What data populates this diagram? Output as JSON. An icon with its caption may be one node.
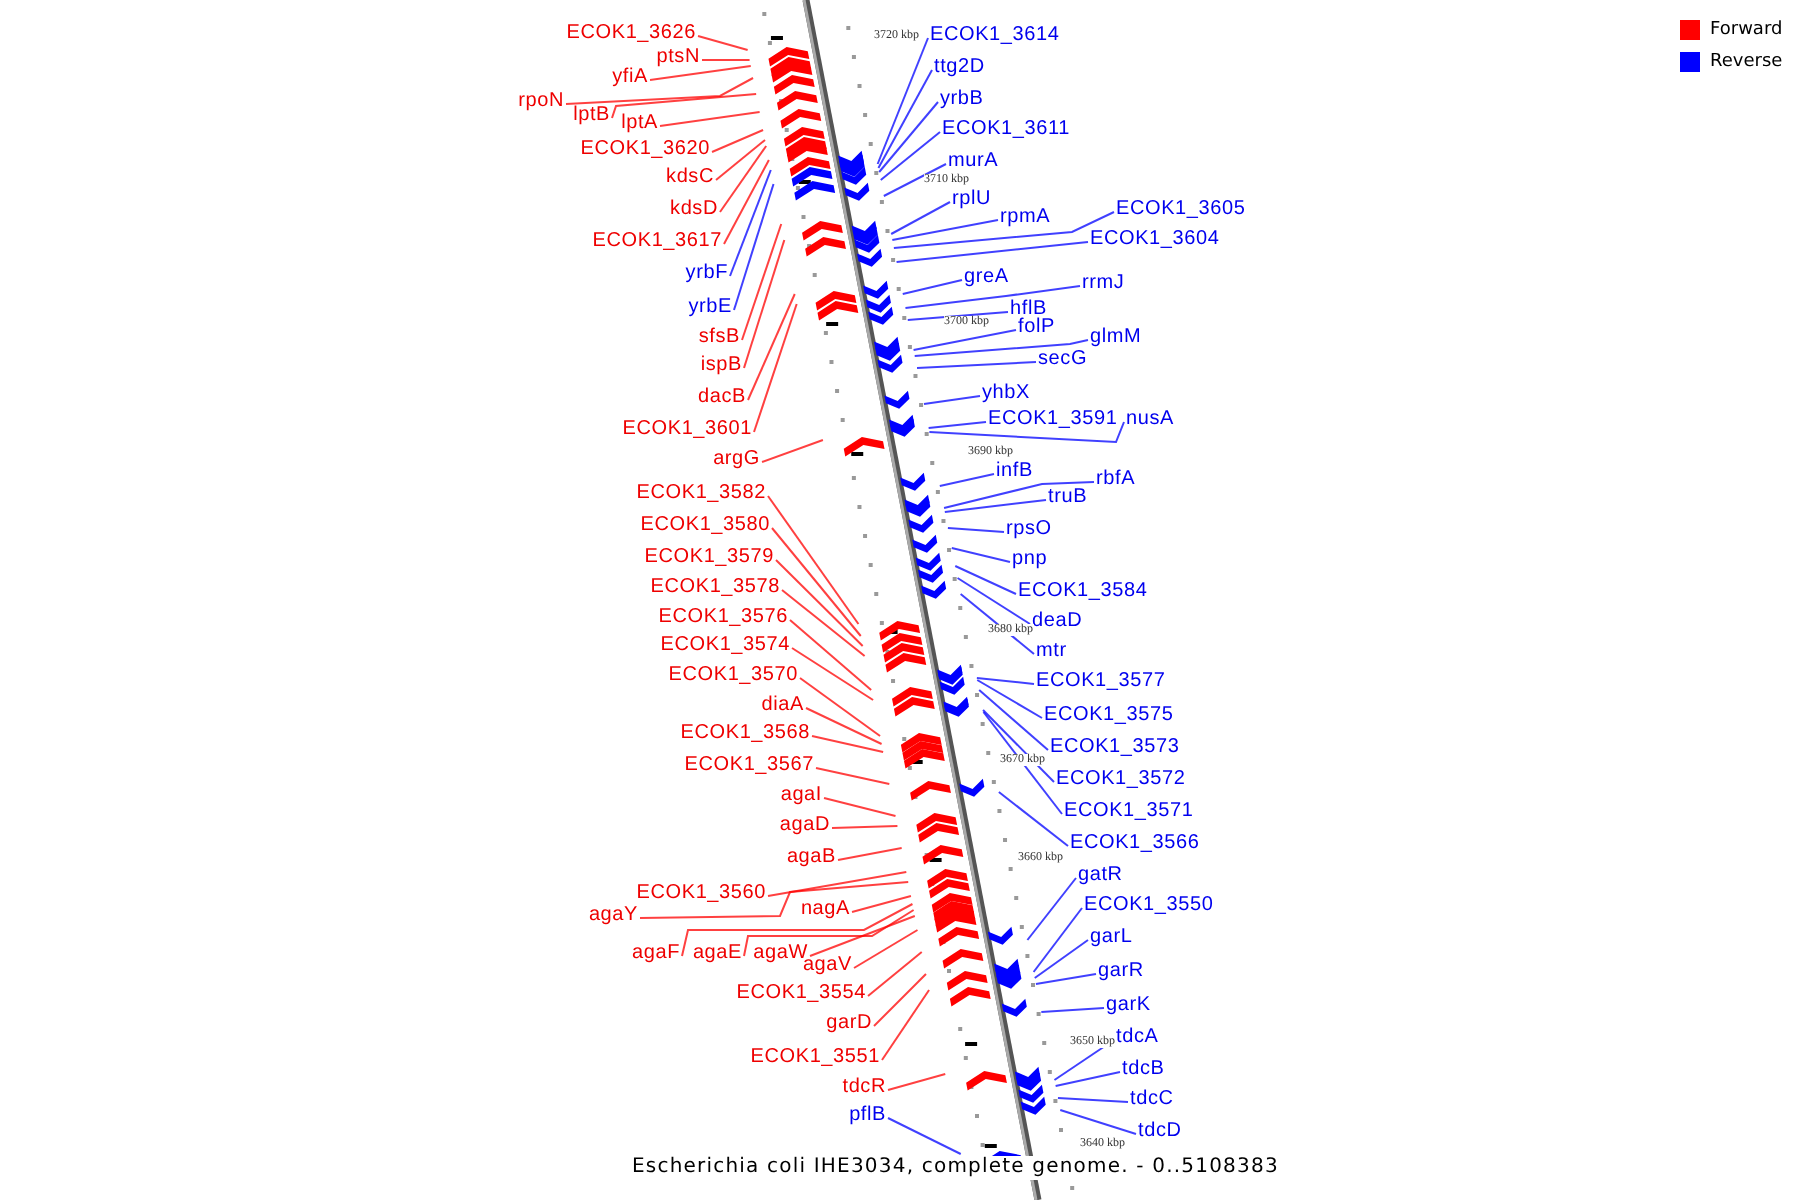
{
  "diagram": {
    "caption": "Escherichia coli IHE3034, complete genome. - 0..5108383",
    "nodes": [
      {
        "text": [
          "ECOK1_3626"
        ]
      },
      {
        "text": [
          "ptsN"
        ]
      },
      {
        "text": [
          "yfiA"
        ]
      },
      {
        "text": [
          "rpoN"
        ]
      },
      {
        "text": [
          "lptB"
        ]
      },
      {
        "text": [
          "lptA"
        ]
      },
      {
        "text": [
          "ECOK1_3620"
        ]
      },
      {
        "text": [
          "kdsC"
        ]
      },
      {
        "text": [
          "kdsD"
        ]
      },
      {
        "text": [
          "ECOK1_3617"
        ]
      },
      {
        "text": [
          "yrbF"
        ]
      },
      {
        "text": [
          "yrbE"
        ]
      },
      {
        "text": [
          "sfsB"
        ]
      },
      {
        "text": [
          "ispB"
        ]
      },
      {
        "text": [
          "dacB"
        ]
      },
      {
        "text": [
          "ECOK1_3601"
        ]
      },
      {
        "text": [
          "argG"
        ]
      },
      {
        "text": [
          "ECOK1_3582"
        ]
      },
      {
        "text": [
          "ECOK1_3580"
        ]
      },
      {
        "text": [
          "ECOK1_3579"
        ]
      },
      {
        "text": [
          "ECOK1_3578"
        ]
      },
      {
        "text": [
          "ECOK1_3576"
        ]
      },
      {
        "text": [
          "ECOK1_3574"
        ]
      },
      {
        "text": [
          "ECOK1_3570"
        ]
      },
      {
        "text": [
          "diaA"
        ]
      },
      {
        "text": [
          "ECOK1_3568"
        ]
      },
      {
        "text": [
          "ECOK1_3567"
        ]
      },
      {
        "text": [
          "agaI"
        ]
      },
      {
        "text": [
          "agaD"
        ]
      },
      {
        "text": [
          "agaB"
        ]
      },
      {
        "text": [
          "agaY"
        ]
      },
      {
        "text": [
          "ECOK1_3560"
        ]
      },
      {
        "text": [
          "nagA"
        ]
      },
      {
        "text": [
          "agaF"
        ]
      },
      {
        "text": [
          "agaE"
        ]
      },
      {
        "text": [
          "agaW"
        ]
      },
      {
        "text": [
          "agaV"
        ]
      },
      {
        "text": [
          "ECOK1_3554"
        ]
      },
      {
        "text": [
          "garD"
        ]
      },
      {
        "text": [
          "ECOK1_3551"
        ]
      },
      {
        "text": [
          "tdcR"
        ]
      },
      {
        "text": [
          "pflB"
        ]
      },
      {
        "text": [
          "ECOK1_3614"
        ]
      },
      {
        "text": [
          "ttg2D"
        ]
      },
      {
        "text": [
          "yrbB"
        ]
      },
      {
        "text": [
          "ECOK1_3611"
        ]
      },
      {
        "text": [
          "murA"
        ]
      },
      {
        "text": [
          "rplU"
        ]
      },
      {
        "text": [
          "rpmA"
        ]
      },
      {
        "text": [
          "ECOK1_3605"
        ]
      },
      {
        "text": [
          "ECOK1_3604"
        ]
      },
      {
        "text": [
          "greA"
        ]
      },
      {
        "text": [
          "rrmJ"
        ]
      },
      {
        "text": [
          "hflB"
        ]
      },
      {
        "text": [
          "folP"
        ]
      },
      {
        "text": [
          "glmM"
        ]
      },
      {
        "text": [
          "secG"
        ]
      },
      {
        "text": [
          "yhbX"
        ]
      },
      {
        "text": [
          "ECOK1_3591"
        ]
      },
      {
        "text": [
          "nusA"
        ]
      },
      {
        "text": [
          "infB"
        ]
      },
      {
        "text": [
          "rbfA"
        ]
      },
      {
        "text": [
          "truB"
        ]
      },
      {
        "text": [
          "rpsO"
        ]
      },
      {
        "text": [
          "pnp"
        ]
      },
      {
        "text": [
          "ECOK1_3584"
        ]
      },
      {
        "text": [
          "deaD"
        ]
      },
      {
        "text": [
          "mtr"
        ]
      },
      {
        "text": [
          "ECOK1_3577"
        ]
      },
      {
        "text": [
          "ECOK1_3575"
        ]
      },
      {
        "text": [
          "ECOK1_3573"
        ]
      },
      {
        "text": [
          "ECOK1_3572"
        ]
      },
      {
        "text": [
          "ECOK1_3571"
        ]
      },
      {
        "text": [
          "ECOK1_3566"
        ]
      },
      {
        "text": [
          "gatR"
        ]
      },
      {
        "text": [
          "ECOK1_3550"
        ]
      },
      {
        "text": [
          "garL"
        ]
      },
      {
        "text": [
          "garR"
        ]
      },
      {
        "text": [
          "garK"
        ]
      },
      {
        "text": [
          "tdcA"
        ]
      },
      {
        "text": [
          "tdcB"
        ]
      },
      {
        "text": [
          "tdcC"
        ]
      },
      {
        "text": [
          "tdcD"
        ]
      }
    ],
    "edges": [
      {
        "from": 0,
        "to": null,
        "arrow": "none",
        "color": "#ff0000"
      },
      {
        "from": 1,
        "to": null,
        "arrow": "none",
        "color": "#ff0000"
      },
      {
        "from": 2,
        "to": null,
        "arrow": "none",
        "color": "#ff0000"
      },
      {
        "from": 3,
        "to": null,
        "arrow": "none",
        "color": "#ff0000"
      },
      {
        "from": 4,
        "to": null,
        "arrow": "none",
        "color": "#ff0000"
      },
      {
        "from": 5,
        "to": null,
        "arrow": "none",
        "color": "#ff0000"
      },
      {
        "from": 6,
        "to": null,
        "arrow": "none",
        "color": "#ff0000"
      },
      {
        "from": 7,
        "to": null,
        "arrow": "none",
        "color": "#ff0000"
      },
      {
        "from": 8,
        "to": null,
        "arrow": "none",
        "color": "#ff0000"
      },
      {
        "from": 9,
        "to": null,
        "arrow": "none",
        "color": "#ff0000"
      },
      {
        "from": 10,
        "to": null,
        "arrow": "none"
      },
      {
        "from": 11,
        "to": null,
        "arrow": "none"
      },
      {
        "from": 12,
        "to": null,
        "arrow": "none",
        "color": "#ff0000"
      },
      {
        "from": 13,
        "to": null,
        "arrow": "none",
        "color": "#ff0000"
      },
      {
        "from": 14,
        "to": null,
        "arrow": "none",
        "color": "#ff0000"
      },
      {
        "from": 15,
        "to": null,
        "arrow": "none",
        "color": "#ff0000"
      },
      {
        "from": 16,
        "to": null,
        "arrow": "none",
        "color": "#ff0000"
      },
      {
        "from": 17,
        "to": null,
        "arrow": "none",
        "color": "#ff0000"
      },
      {
        "from": 18,
        "to": null,
        "arrow": "none",
        "color": "#ff0000"
      },
      {
        "from": 19,
        "to": null,
        "arrow": "none",
        "color": "#ff0000"
      },
      {
        "from": 20,
        "to": null,
        "arrow": "none",
        "color": "#ff0000"
      },
      {
        "from": 21,
        "to": null,
        "arrow": "none",
        "color": "#ff0000"
      },
      {
        "from": 22,
        "to": null,
        "arrow": "none",
        "color": "#ff0000"
      },
      {
        "from": 23,
        "to": null,
        "arrow": "none",
        "color": "#ff0000"
      },
      {
        "from": 24,
        "to": null,
        "arrow": "none",
        "color": "#ff0000"
      },
      {
        "from": 25,
        "to": null,
        "arrow": "none",
        "color": "#ff0000"
      },
      {
        "from": 26,
        "to": null,
        "arrow": "none",
        "color": "#ff0000"
      },
      {
        "from": 27,
        "to": null,
        "arrow": "none",
        "color": "#ff0000"
      },
      {
        "from": 28,
        "to": null,
        "arrow": "none",
        "color": "#ff0000"
      },
      {
        "from": 29,
        "to": null,
        "arrow": "none",
        "color": "#ff0000"
      },
      {
        "from": 30,
        "to": null,
        "arrow": "none",
        "color": "#ff0000"
      },
      {
        "from": 31,
        "to": null,
        "arrow": "none",
        "color": "#ff0000"
      },
      {
        "from": 32,
        "to": null,
        "arrow": "none",
        "color": "#ff0000"
      },
      {
        "from": 33,
        "to": null,
        "arrow": "none",
        "color": "#ff0000"
      },
      {
        "from": 34,
        "to": null,
        "arrow": "none",
        "color": "#ff0000"
      },
      {
        "from": 35,
        "to": null,
        "arrow": "none",
        "color": "#ff0000"
      },
      {
        "from": 36,
        "to": null,
        "arrow": "none",
        "color": "#ff0000"
      },
      {
        "from": 37,
        "to": null,
        "arrow": "none",
        "color": "#ff0000"
      },
      {
        "from": 38,
        "to": null,
        "arrow": "none",
        "color": "#ff0000"
      },
      {
        "from": 39,
        "to": null,
        "arrow": "none",
        "color": "#ff0000"
      },
      {
        "from": 40,
        "to": null,
        "arrow": "none",
        "color": "#ff0000"
      },
      {
        "from": 41,
        "to": null,
        "arrow": "none"
      },
      {
        "from": 42,
        "to": null,
        "arrow": "none"
      },
      {
        "from": 43,
        "to": null,
        "arrow": "none"
      },
      {
        "from": 44,
        "to": null,
        "arrow": "none"
      },
      {
        "from": 45,
        "to": null,
        "arrow": "none"
      },
      {
        "from": 46,
        "to": null,
        "arrow": "none"
      },
      {
        "from": 47,
        "to": null,
        "arrow": "none"
      },
      {
        "from": 48,
        "to": null,
        "arrow": "none"
      },
      {
        "from": 49,
        "to": null,
        "arrow": "none"
      },
      {
        "from": 50,
        "to": null,
        "arrow": "none"
      },
      {
        "from": 51,
        "to": null,
        "arrow": "none"
      },
      {
        "from": 52,
        "to": null,
        "arrow": "none"
      },
      {
        "from": 53,
        "to": null,
        "arrow": "none"
      },
      {
        "from": 54,
        "to": null,
        "arrow": "none"
      },
      {
        "from": 55,
        "to": null,
        "arrow": "none"
      },
      {
        "from": 56,
        "to": null,
        "arrow": "none"
      },
      {
        "from": 57,
        "to": null,
        "arrow": "none"
      },
      {
        "from": 58,
        "to": null,
        "arrow": "none"
      },
      {
        "from": 59,
        "to": null,
        "arrow": "none"
      },
      {
        "from": 60,
        "to": null,
        "arrow": "none"
      },
      {
        "from": 61,
        "to": null,
        "arrow": "none"
      },
      {
        "from": 62,
        "to": null,
        "arrow": "none"
      },
      {
        "from": 63,
        "to": null,
        "arrow": "none"
      },
      {
        "from": 64,
        "to": null,
        "arrow": "none"
      },
      {
        "from": 65,
        "to": null,
        "arrow": "none"
      },
      {
        "from": 66,
        "to": null,
        "arrow": "none"
      },
      {
        "from": 67,
        "to": null,
        "arrow": "none"
      },
      {
        "from": 68,
        "to": null,
        "arrow": "none"
      },
      {
        "from": 69,
        "to": null,
        "arrow": "none"
      },
      {
        "from": 70,
        "to": null,
        "arrow": "none"
      },
      {
        "from": 71,
        "to": null,
        "arrow": "none"
      },
      {
        "from": 72,
        "to": null,
        "arrow": "none"
      },
      {
        "from": 73,
        "to": null,
        "arrow": "none"
      },
      {
        "from": 74,
        "to": null,
        "arrow": "none"
      },
      {
        "from": 75,
        "to": null,
        "arrow": "none"
      },
      {
        "from": 76,
        "to": null,
        "arrow": "none"
      },
      {
        "from": 77,
        "to": null,
        "arrow": "none"
      },
      {
        "from": 78,
        "to": null,
        "arrow": "none"
      },
      {
        "from": 79,
        "to": null,
        "arrow": "none"
      },
      {
        "from": 80,
        "to": null,
        "arrow": "none"
      },
      {
        "from": 81,
        "to": null,
        "arrow": "none"
      },
      {
        "from": 82,
        "to": null,
        "arrow": "none"
      }
    ],
    "labels": [
      "3720 kbp",
      "3710 kbp",
      "3700 kbp",
      "3690 kbp",
      "3680 kbp",
      "3670 kbp",
      "3660 kbp",
      "3650 kbp",
      "3640 kbp"
    ],
    "legend": [
      {
        "text": "Forward",
        "color": "#ff0000"
      },
      {
        "text": "Reverse",
        "color": "#0000ff"
      }
    ]
  }
}
